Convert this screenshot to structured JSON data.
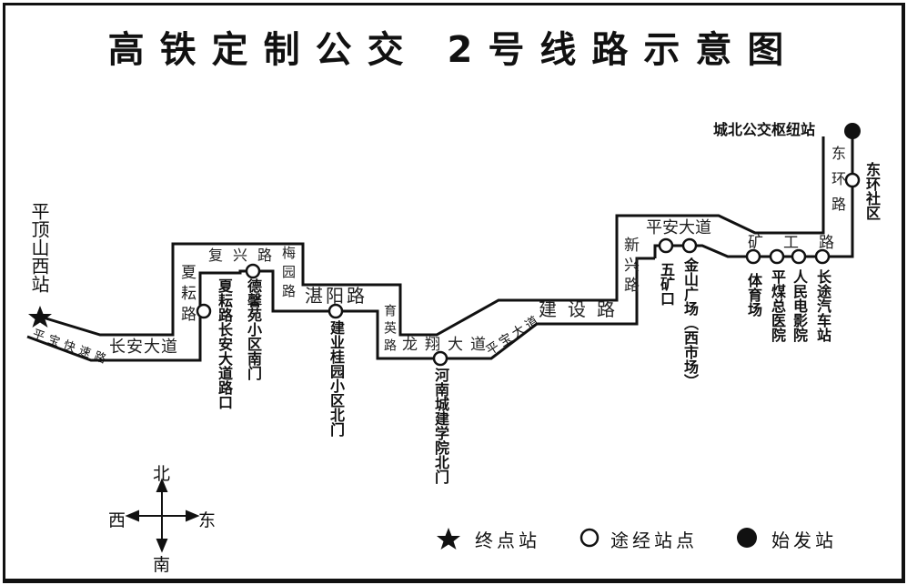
{
  "title": "高铁定制公交  2号线路示意图",
  "colors": {
    "line": "#111111",
    "background": "#ffffff"
  },
  "terminal_start": {
    "name": "城北公交枢纽站",
    "symbol": "filled-circle"
  },
  "terminal_end": {
    "name": "平顶山西站",
    "symbol": "star"
  },
  "stops": [
    {
      "name": "城北公交枢纽站",
      "type": "start"
    },
    {
      "name": "东环社区",
      "type": "stop"
    },
    {
      "name": "长途汽车站",
      "type": "stop"
    },
    {
      "name": "人民电影院",
      "type": "stop"
    },
    {
      "name": "平煤总医院",
      "type": "stop"
    },
    {
      "name": "体育场",
      "type": "stop"
    },
    {
      "name": "金山广场（西市场）",
      "type": "stop"
    },
    {
      "name": "五矿口",
      "type": "stop"
    },
    {
      "name": "河南城建学院北门",
      "type": "stop"
    },
    {
      "name": "建业桂园小区北门",
      "type": "stop"
    },
    {
      "name": "德馨苑小区南门",
      "type": "stop"
    },
    {
      "name": "夏耘路长安大道路口",
      "type": "stop"
    },
    {
      "name": "平顶山西站",
      "type": "end"
    }
  ],
  "roads": {
    "pingbao_expressway": "平宝快速路",
    "changan_avenue": "长安大道",
    "xiayun_road": "夏耘路",
    "fuxing_road": "复兴路",
    "meiyuan_road": "梅园路",
    "zhiyang_road": "湛阳路",
    "yuying_road": "育英路",
    "longxiang_avenue": "龙翔大道",
    "pingbao_avenue": "平宝大道",
    "jianshe_road": "建设路",
    "xinxing_road": "新兴路",
    "pingan_avenue": "平安大道",
    "kuanggong_road": "矿工路",
    "donghuan_road": "东环路"
  },
  "compass": {
    "north": "北",
    "south": "南",
    "east": "东",
    "west": "西"
  },
  "legend": [
    {
      "symbol": "star",
      "label": "终点站"
    },
    {
      "symbol": "hollow-circle",
      "label": "途经站点"
    },
    {
      "symbol": "filled-circle",
      "label": "始发站"
    }
  ]
}
